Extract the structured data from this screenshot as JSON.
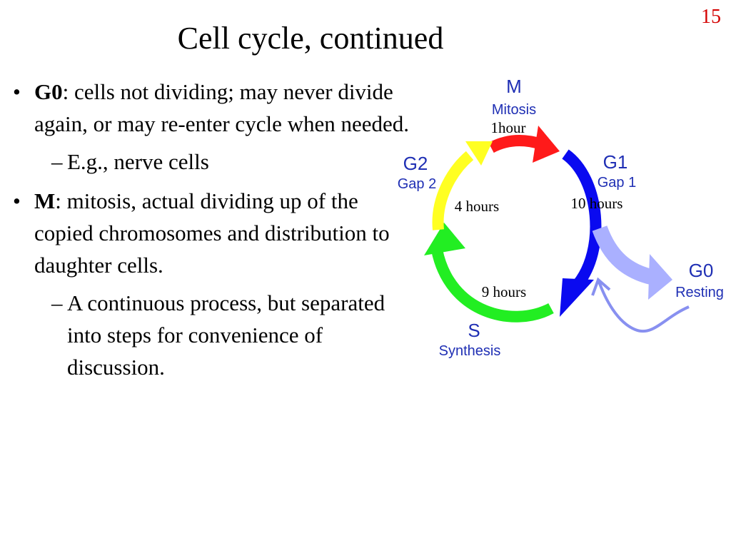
{
  "slide": {
    "number": "15",
    "title": "Cell cycle, continued"
  },
  "bullets": [
    {
      "term": "G0",
      "text": ": cells not dividing; may never divide again, or may re-enter cycle when needed.",
      "sub": "E.g., nerve cells"
    },
    {
      "term": "M",
      "text": ": mitosis, actual dividing up of the copied chromosomes and distribution to daughter cells.",
      "sub": "A continuous process, but separated into steps for convenience of discussion."
    }
  ],
  "diagram": {
    "phases": [
      {
        "code": "M",
        "name": "Mitosis",
        "duration": "1hour",
        "color": "#ff1a1a"
      },
      {
        "code": "G1",
        "name": "Gap 1",
        "duration": "10 hours",
        "color": "#0a0af0"
      },
      {
        "code": "S",
        "name": "Synthesis",
        "duration": "9 hours",
        "color": "#22ee22"
      },
      {
        "code": "G2",
        "name": "Gap 2",
        "duration": "4 hours",
        "color": "#ffff22"
      }
    ],
    "resting": {
      "code": "G0",
      "name": "Resting",
      "color": "#aab0ff"
    },
    "label_color": "#1f2fb4"
  }
}
